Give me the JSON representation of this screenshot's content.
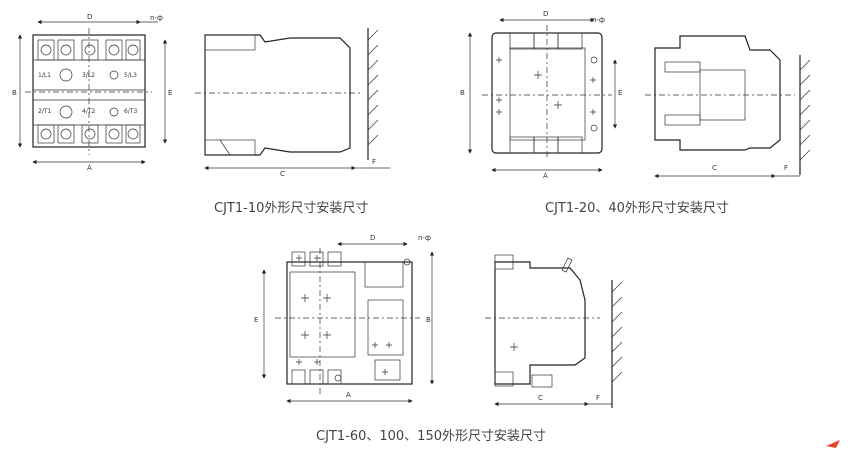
{
  "captions": {
    "cjt1_10": "CJT1-10外形尺寸安装尺寸",
    "cjt1_20_40": "CJT1-20、40外形尺寸安装尺寸",
    "cjt1_60_150": "CJT1-60、100、150外形尺寸安装尺寸"
  },
  "dims": {
    "A": "A",
    "B": "B",
    "C": "C",
    "D": "D",
    "E": "E",
    "F": "F",
    "hole": "n-ф"
  },
  "terminals": {
    "top": [
      "1/L1",
      "3/L2",
      "5/L3"
    ],
    "bottom": [
      "2/T1",
      "4/T2",
      "6/T3"
    ]
  },
  "colors": {
    "line": "#222222",
    "caption": "#444444",
    "corner_mark": "#e8432e"
  }
}
